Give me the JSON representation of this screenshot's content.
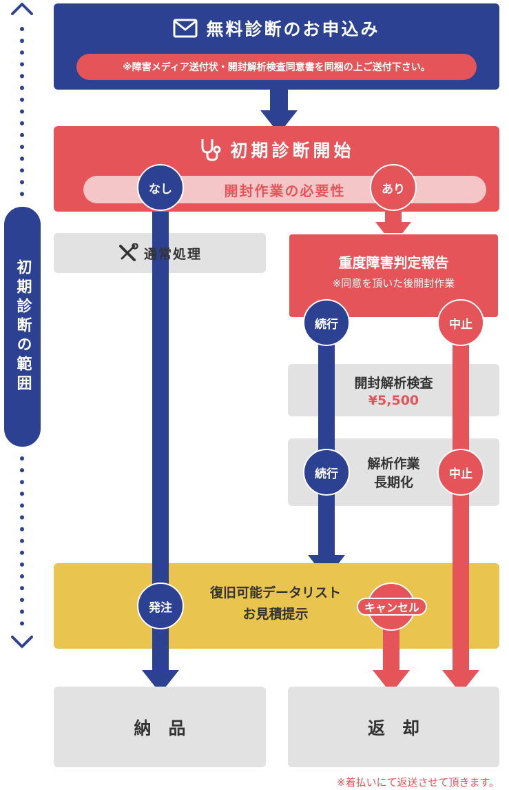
{
  "scope": {
    "label": "初期診断の範囲"
  },
  "apply": {
    "title": "無料診断のお申込み",
    "note": "※障害メディア送付状・開封解析検査同意書を同梱の上ご送付下さい。",
    "icon": "envelope-icon"
  },
  "initial": {
    "title": "初期診断開始",
    "need_label": "開封作業の必要性",
    "icon": "stethoscope-icon"
  },
  "branches": {
    "none": "なし",
    "yes": "あり"
  },
  "normal": {
    "label": "通常処理",
    "icon": "tools-icon"
  },
  "severe": {
    "title": "重度障害判定報告",
    "note": "※同意を頂いた後開封作業"
  },
  "continue_label": "続行",
  "stop_label": "中止",
  "inspection": {
    "title": "開封解析検査",
    "price": "¥5,500"
  },
  "long_work": {
    "line1": "解析作業",
    "line2": "長期化"
  },
  "quote": {
    "line1": "復旧可能データリスト",
    "line2": "お見積提示",
    "order": "発注",
    "cancel": "キャンセル"
  },
  "delivery": {
    "label": "納　品"
  },
  "return": {
    "label": "返　却",
    "note": "※着払いにて返送させて頂きます。"
  },
  "colors": {
    "blue": "#2d4192",
    "red": "#e55458",
    "gray": "#e2e2e2",
    "yellow": "#e9c44f",
    "pink": "#f5c6c8"
  }
}
